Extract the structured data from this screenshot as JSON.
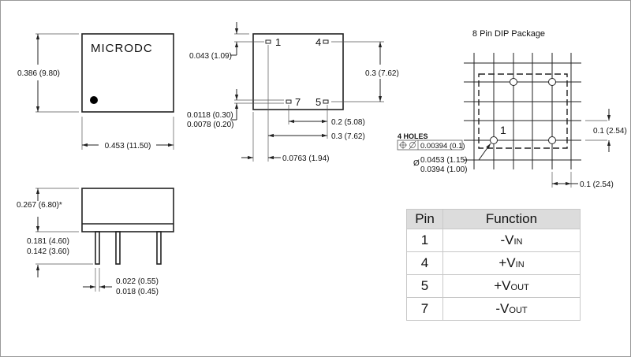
{
  "top_view": {
    "brand": "MICRODC",
    "height_dim": "0.386 (9.80)",
    "width_dim": "0.453 (11.50)"
  },
  "pin_view": {
    "pins": [
      "1",
      "4",
      "7",
      "5"
    ],
    "pin_offset_dim": "0.043 (1.09)",
    "pad_dim_max": "0.0118 (0.30)",
    "pad_dim_min": "0.0078 (0.20)",
    "row_spacing_dim": "0.3 (7.62)",
    "pitch_dim_a": "0.2 (5.08)",
    "pitch_dim_b": "0.3 (7.62)",
    "edge_offset_dim": "0.0763 (1.94)"
  },
  "side_view": {
    "height_dim": "0.267 (6.80)*",
    "pin_len_max": "0.181 (4.60)",
    "pin_len_min": "0.142 (3.60)",
    "pin_dia_max": "0.022 (0.55)",
    "pin_dia_min": "0.018 (0.45)"
  },
  "footprint": {
    "title": "8 Pin DIP Package",
    "pin1_label": "1",
    "holes_label": "4 HOLES",
    "tolerance": "0.00394 (0.1)",
    "hole_dia_max": "0.0453 (1.15)",
    "hole_dia_min": "0.0394 (1.00)",
    "dia_symbol": "Ø",
    "grid_v_dim": "0.1 (2.54)",
    "grid_h_dim": "0.1 (2.54)"
  },
  "pin_table": {
    "headers": [
      "Pin",
      "Function"
    ],
    "rows": [
      {
        "pin": "1",
        "sign": "-",
        "v": "V",
        "sub": "IN"
      },
      {
        "pin": "4",
        "sign": "+",
        "v": "V",
        "sub": "IN"
      },
      {
        "pin": "5",
        "sign": "+",
        "v": "V",
        "sub": "OUT"
      },
      {
        "pin": "7",
        "sign": "-",
        "v": "V",
        "sub": "OUT"
      }
    ]
  }
}
